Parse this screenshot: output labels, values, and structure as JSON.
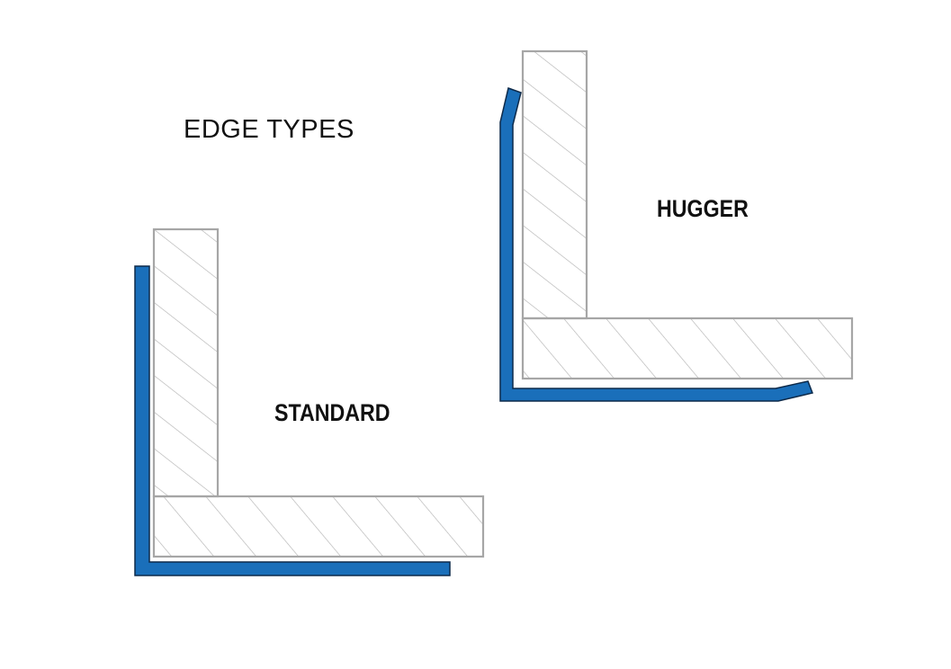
{
  "diagram": {
    "title": "EDGE TYPES",
    "types": [
      {
        "label": "STANDARD"
      },
      {
        "label": "HUGGER"
      }
    ]
  },
  "colors": {
    "edge_trim": "#1a6fba",
    "edge_outline": "#0d2a4a",
    "panel_outline": "#a6a6a6",
    "hatch": "#b3b3b3",
    "background": "#ffffff",
    "text": "#111111"
  },
  "icons": {
    "standard_trim": "l-shaped-edge-trim-icon",
    "hugger_trim": "contoured-edge-trim-icon",
    "panel": "hatched-panel-icon"
  }
}
